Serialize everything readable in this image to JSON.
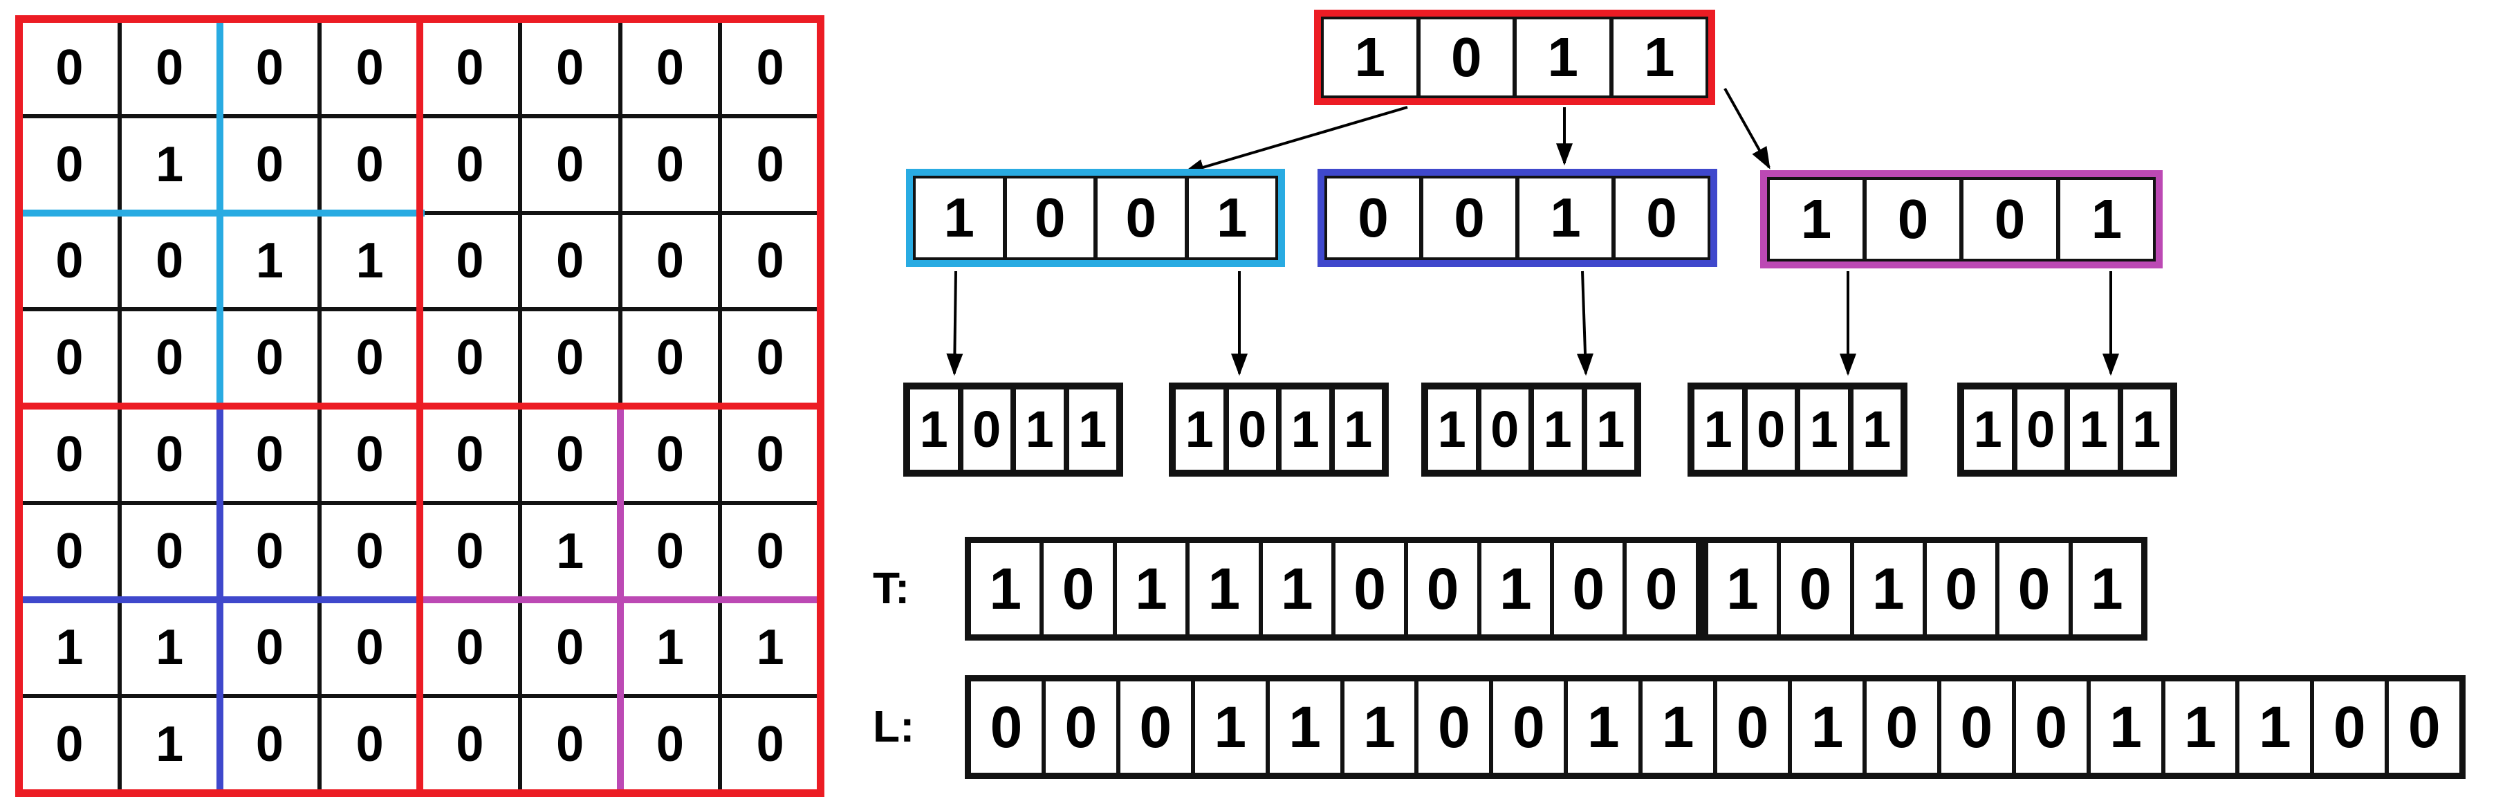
{
  "colors": {
    "red": "#EC1C24",
    "cyan": "#29ABE2",
    "blue": "#3F48CC",
    "purple": "#BC49B4",
    "line_black": "#121212"
  },
  "matrix": {
    "size": 8,
    "rows": [
      [
        0,
        0,
        0,
        0,
        0,
        0,
        0,
        0
      ],
      [
        0,
        1,
        0,
        0,
        0,
        0,
        0,
        0
      ],
      [
        0,
        0,
        1,
        1,
        0,
        0,
        0,
        0
      ],
      [
        0,
        0,
        0,
        0,
        0,
        0,
        0,
        0
      ],
      [
        0,
        0,
        0,
        0,
        0,
        0,
        0,
        0
      ],
      [
        0,
        0,
        0,
        0,
        0,
        1,
        0,
        0
      ],
      [
        1,
        1,
        0,
        0,
        0,
        0,
        1,
        1
      ],
      [
        0,
        1,
        0,
        0,
        0,
        0,
        0,
        0
      ]
    ]
  },
  "tree": {
    "root": {
      "bits": [
        1,
        0,
        1,
        1
      ],
      "border": "red"
    },
    "level2": [
      {
        "bits": [
          1,
          0,
          0,
          1
        ],
        "border": "cyan"
      },
      {
        "bits": [
          0,
          0,
          1,
          0
        ],
        "border": "blue"
      },
      {
        "bits": [
          1,
          0,
          0,
          1
        ],
        "border": "purple"
      }
    ],
    "leaves": [
      {
        "bits": [
          1,
          0,
          1,
          1
        ]
      },
      {
        "bits": [
          1,
          0,
          1,
          1
        ]
      },
      {
        "bits": [
          1,
          0,
          1,
          1
        ]
      },
      {
        "bits": [
          1,
          0,
          1,
          1
        ]
      },
      {
        "bits": [
          1,
          0,
          1,
          1
        ]
      }
    ]
  },
  "bitmaps": {
    "T": {
      "label": "T:",
      "bits": [
        1,
        0,
        1,
        1,
        1,
        0,
        0,
        1,
        0,
        0,
        1,
        0,
        1,
        0,
        0,
        1
      ],
      "heavy_separator_after": 10
    },
    "L": {
      "label": "L:",
      "bits": [
        0,
        0,
        0,
        1,
        1,
        1,
        0,
        0,
        1,
        1,
        0,
        1,
        0,
        0,
        0,
        1,
        1,
        1,
        0,
        0
      ]
    }
  }
}
